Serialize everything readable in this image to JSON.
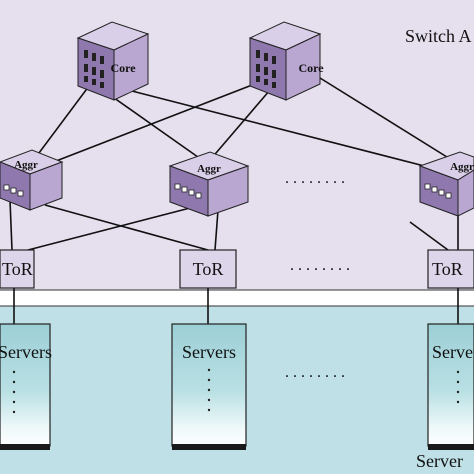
{
  "colors": {
    "switch_area": "#e5dfee",
    "server_area": "#bfe0e6",
    "device_fill": "#b9a6d1",
    "device_top": "#d9cfe8",
    "device_side": "#8f78ad",
    "tor_fill": "#ddd5ea",
    "rack_fill": "#a9d6dc",
    "rack_glow": "#ffffff",
    "link": "#111111"
  },
  "labels": {
    "switch_area": "Switch A",
    "server_area": "Server",
    "core": "Core",
    "aggr": "Aggr",
    "tor": "ToR",
    "servers": "Servers",
    "ellipsis": ". . . . . . . ."
  }
}
